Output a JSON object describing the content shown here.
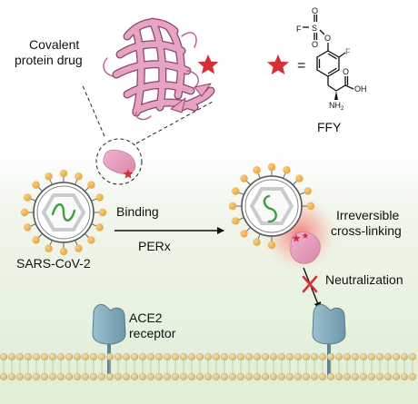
{
  "labels": {
    "covalent_line1": "Covalent",
    "covalent_line2": "protein drug",
    "equals": "=",
    "ffy": "FFY",
    "binding": "Binding",
    "perx": "PERx",
    "irreversible_line1": "Irreversible",
    "irreversible_line2": "cross-linking",
    "virus": "SARS-CoV-2",
    "neutralization": "Neutralization",
    "ace2_line1": "ACE2",
    "ace2_line2": "receptor"
  },
  "chem": {
    "fluorine_left": "F",
    "sulfur": "S",
    "oxygen_top": "O",
    "oxygen_bottom": "O",
    "oxygen_link": "O",
    "fluorine_ring": "F",
    "amine": "NH",
    "amine_sub": "2",
    "hydroxyl": "OH",
    "carbonyl_o": "O"
  },
  "colors": {
    "star": "#d62f3a",
    "protein": "#e9a2c0",
    "protein_dark": "#b7678f",
    "spike": "#f2b457",
    "capsid": "#cfd1d3",
    "rna": "#42a842",
    "receptor": "#7fa9bb",
    "membrane_bead": "#d9c48e",
    "background_bottom": "#e3efd9",
    "cross_x": "#d62f3a",
    "fluorine": "#2b6cb0"
  }
}
